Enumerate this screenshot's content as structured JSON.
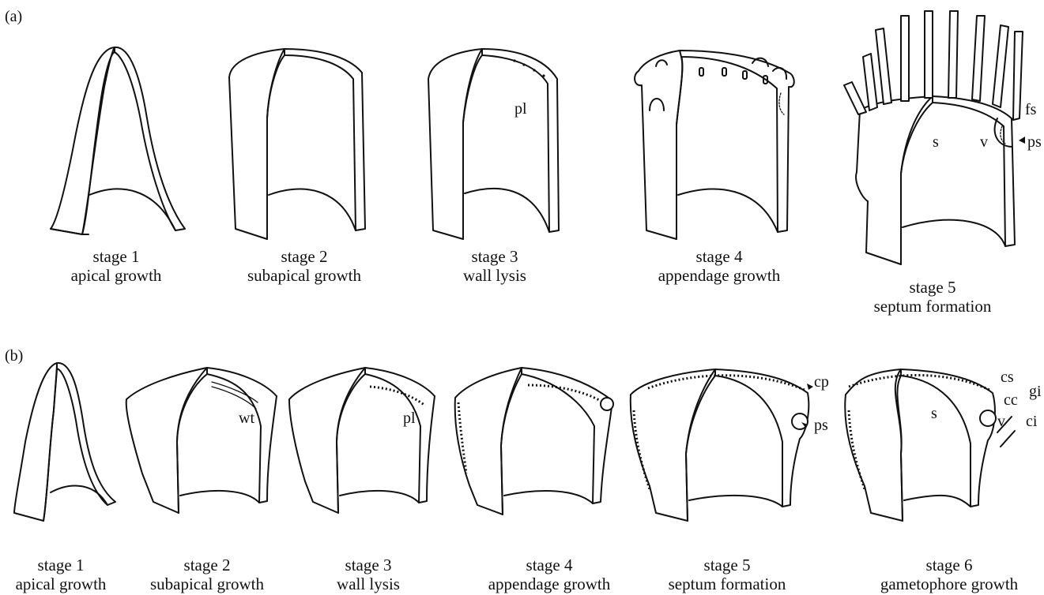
{
  "panel_a": {
    "label": "(a)",
    "stages": [
      {
        "stage": "stage 1",
        "name": "apical growth"
      },
      {
        "stage": "stage 2",
        "name": "subapical growth"
      },
      {
        "stage": "stage 3",
        "name": "wall lysis"
      },
      {
        "stage": "stage 4",
        "name": "appendage growth"
      },
      {
        "stage": "stage 5",
        "name": "septum formation"
      }
    ],
    "labels": {
      "pl": "pl",
      "fs": "fs",
      "s": "s",
      "v": "v",
      "ps": "ps"
    }
  },
  "panel_b": {
    "label": "(b)",
    "stages": [
      {
        "stage": "stage 1",
        "name": "apical growth"
      },
      {
        "stage": "stage 2",
        "name": "subapical growth"
      },
      {
        "stage": "stage 3",
        "name": "wall lysis"
      },
      {
        "stage": "stage 4",
        "name": "appendage growth"
      },
      {
        "stage": "stage 5",
        "name": "septum formation"
      },
      {
        "stage": "stage 6",
        "name": "gametophore growth"
      }
    ],
    "labels": {
      "wt": "wt",
      "pl": "pl",
      "cp": "cp",
      "ps": "ps",
      "cs": "cs",
      "gi": "gi",
      "cc": "cc",
      "s": "s",
      "v": "v",
      "ci": "ci"
    }
  }
}
